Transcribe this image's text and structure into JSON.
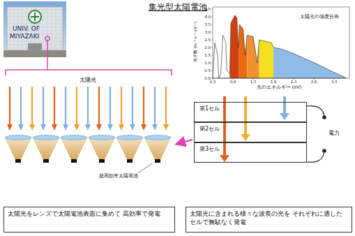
{
  "diagram": {
    "title": "集光型太陽電池",
    "nodes": [
      {
        "text": [
          "第1セル"
        ]
      },
      {
        "text": [
          "第2セル"
        ]
      },
      {
        "text": [
          "第3セル"
        ]
      },
      {
        "text": [
          "太陽光をレンズで太陽電池表面に集めて 高効率で発電"
        ]
      },
      {
        "text": [
          "太陽光に含まれる様々な波長の光を それぞれに適したセルで無駄なく発電"
        ]
      }
    ],
    "labels": [
      "UNIV. OF",
      "MIYAZAKI",
      "太陽光",
      "超高効率太陽電池",
      "太陽光の強度分布",
      "0.0",
      "0.5",
      "1.0",
      "1.5",
      "2.0",
      "2.5",
      "3.0",
      "3.5",
      "4.0",
      "4.5",
      "0.3",
      "0.8",
      "1.3",
      "1.8",
      "2.3",
      "2.8",
      "3.3",
      "光子数 (m⁻² s⁻¹ eV⁻¹)",
      "光のエネルギー (eV)",
      "電力"
    ]
  }
}
